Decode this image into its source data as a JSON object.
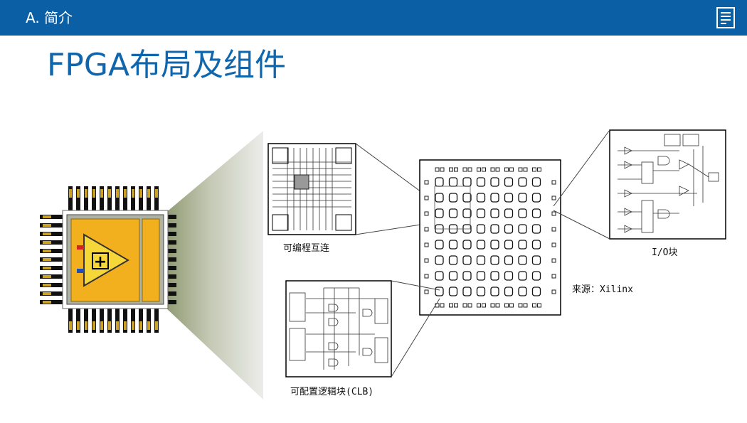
{
  "header": {
    "section": "A. 简介",
    "icon": "document-icon"
  },
  "title": "FPGA布局及组件",
  "diagram": {
    "chip_icon": "labview-fpga-chip-icon",
    "labels": {
      "interconnect": "可编程互连",
      "io_block": "I/O块",
      "clb": "可配置逻辑块(CLB)",
      "source": "来源：Xilinx"
    }
  },
  "colors": {
    "header_bg": "#0b5fa5",
    "title": "#1066ad",
    "chip_body": "#f2b01e",
    "chip_pins": "#111111"
  }
}
